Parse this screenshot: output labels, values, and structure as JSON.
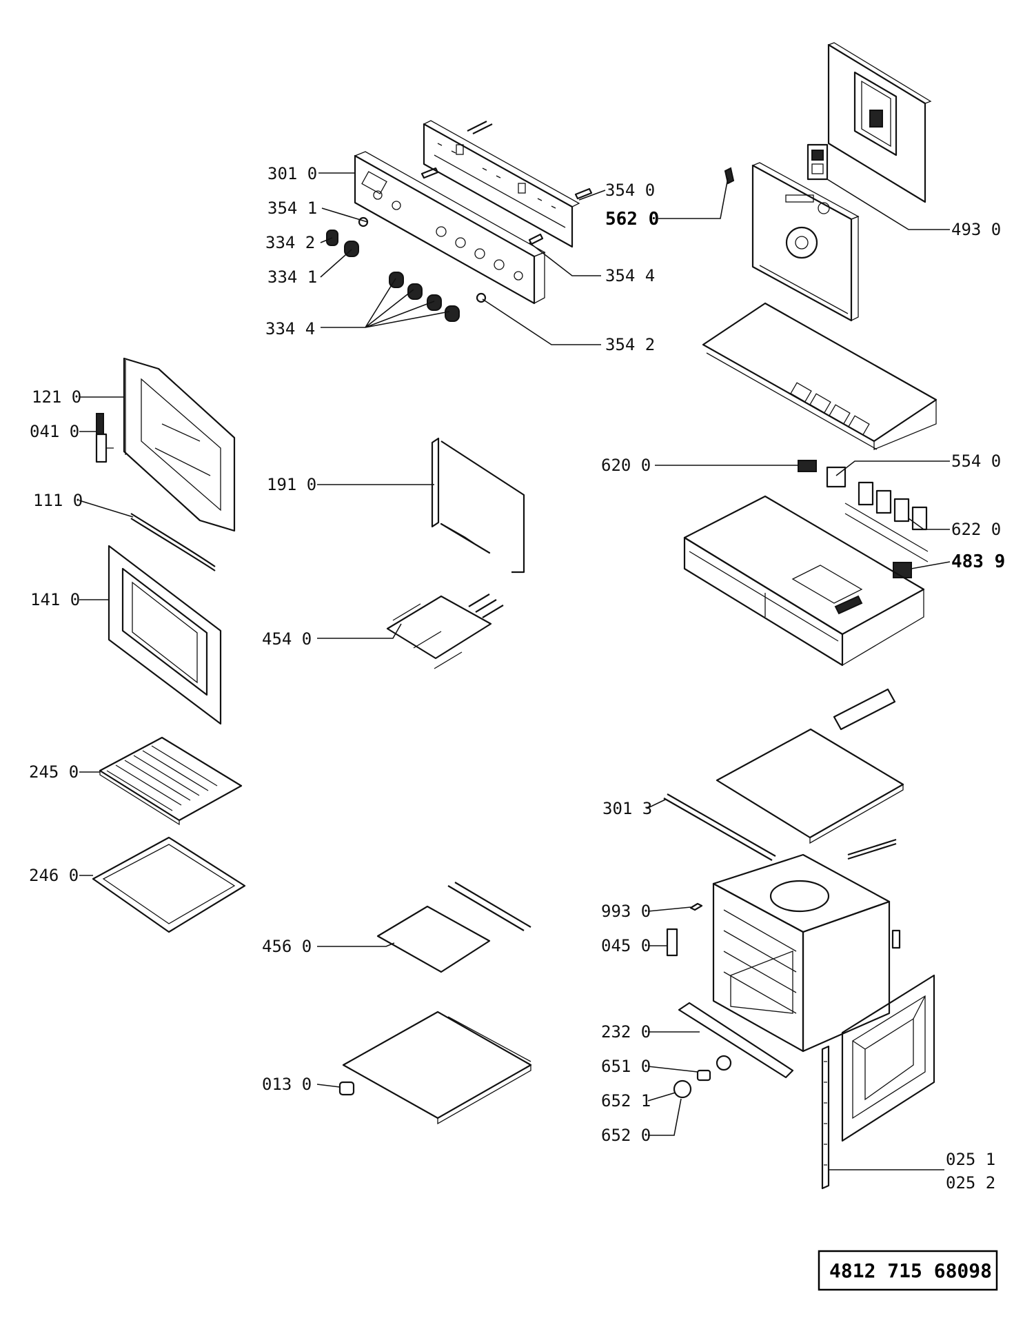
{
  "document_number": "4812 715 68098",
  "labels": [
    {
      "id": "l-301-0",
      "text": "301 0",
      "bold": false
    },
    {
      "id": "l-354-1",
      "text": "354 1",
      "bold": false
    },
    {
      "id": "l-334-2",
      "text": "334 2",
      "bold": false
    },
    {
      "id": "l-334-1",
      "text": "334 1",
      "bold": false
    },
    {
      "id": "l-334-4",
      "text": "334 4",
      "bold": false
    },
    {
      "id": "l-354-0",
      "text": "354 0",
      "bold": false
    },
    {
      "id": "l-562-0",
      "text": "562 0",
      "bold": true
    },
    {
      "id": "l-354-4",
      "text": "354 4",
      "bold": false
    },
    {
      "id": "l-354-2",
      "text": "354 2",
      "bold": false
    },
    {
      "id": "l-493-0",
      "text": "493 0",
      "bold": false
    },
    {
      "id": "l-121-0",
      "text": "121 0",
      "bold": false
    },
    {
      "id": "l-041-0",
      "text": "041 0",
      "bold": false
    },
    {
      "id": "l-111-0",
      "text": "111 0",
      "bold": false
    },
    {
      "id": "l-141-0",
      "text": "141 0",
      "bold": false
    },
    {
      "id": "l-191-0",
      "text": "191 0",
      "bold": false
    },
    {
      "id": "l-454-0",
      "text": "454 0",
      "bold": false
    },
    {
      "id": "l-620-0",
      "text": "620 0",
      "bold": false
    },
    {
      "id": "l-554-0",
      "text": "554 0",
      "bold": false
    },
    {
      "id": "l-622-0",
      "text": "622 0",
      "bold": false
    },
    {
      "id": "l-483-9",
      "text": "483 9",
      "bold": true
    },
    {
      "id": "l-245-0",
      "text": "245 0",
      "bold": false
    },
    {
      "id": "l-246-0",
      "text": "246 0",
      "bold": false
    },
    {
      "id": "l-301-3",
      "text": "301 3",
      "bold": false
    },
    {
      "id": "l-993-0",
      "text": "993 0",
      "bold": false
    },
    {
      "id": "l-045-0",
      "text": "045 0",
      "bold": false
    },
    {
      "id": "l-456-0",
      "text": "456 0",
      "bold": false
    },
    {
      "id": "l-232-0",
      "text": "232 0",
      "bold": false
    },
    {
      "id": "l-651-0",
      "text": "651 0",
      "bold": false
    },
    {
      "id": "l-652-1",
      "text": "652 1",
      "bold": false
    },
    {
      "id": "l-652-0",
      "text": "652 0",
      "bold": false
    },
    {
      "id": "l-013-0",
      "text": "013 0",
      "bold": false
    },
    {
      "id": "l-025-1",
      "text": "025 1",
      "bold": false
    },
    {
      "id": "l-025-2",
      "text": "025 2",
      "bold": false
    }
  ]
}
